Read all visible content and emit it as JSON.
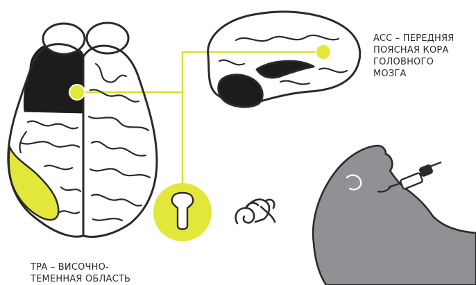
{
  "labels": {
    "acc": [
      "ACC – ПЕРЕДНЯЯ",
      "ПОЯСНАЯ КОРА",
      "ГОЛОВНОГО",
      "МОЗГА"
    ],
    "tpa": [
      "TPA – ВИСОЧНО-",
      "ТЕМЕННАЯ ОБЛАСТЬ"
    ]
  },
  "colors": {
    "accent": "#e3e73a",
    "accent_line": "#d9dd2e",
    "outline": "#2a2a2a",
    "dark_region": "#1c1c1c",
    "head_gray": "#8f9195"
  },
  "icons": [
    "brain-top-view-icon",
    "brain-sagittal-view-icon",
    "brainstem-icon",
    "inner-ear-icon",
    "lying-head-with-dropper-icon"
  ]
}
